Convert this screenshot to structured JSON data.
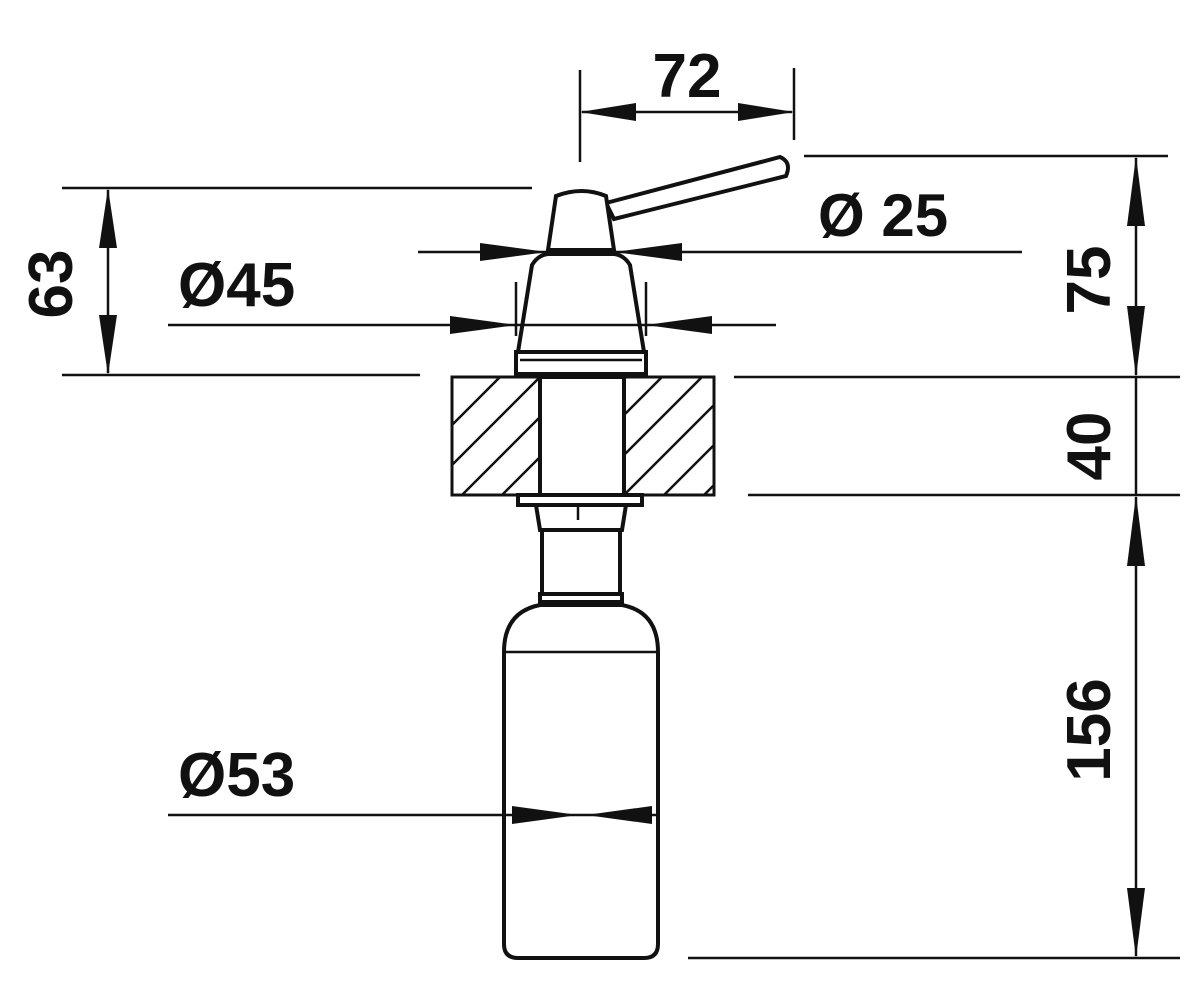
{
  "dimensions": {
    "lever_reach": "72",
    "lever_diameter": "Ø 25",
    "top_diameter": "Ø45",
    "bottle_diameter": "Ø53",
    "head_height": "63",
    "above_counter_height": "75",
    "counter_thickness": "40",
    "below_counter_height": "156"
  },
  "colors": {
    "line": "#111111",
    "background": "#ffffff"
  }
}
